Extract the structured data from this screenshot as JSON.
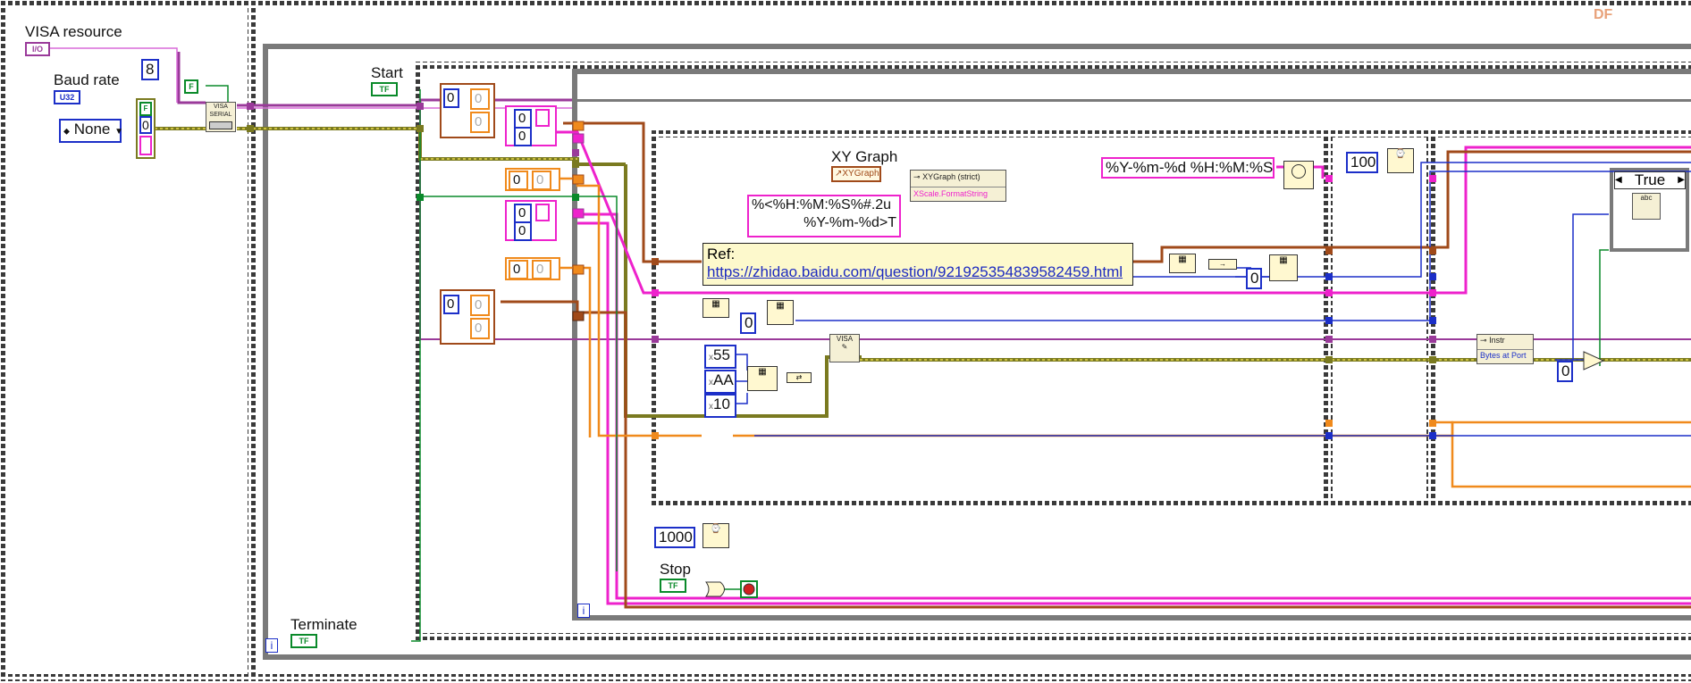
{
  "controls": {
    "visa_resource": {
      "label": "VISA resource",
      "terminal": "I/O"
    },
    "baud_rate": {
      "label": "Baud rate",
      "terminal": "U32"
    },
    "data_bits": "8",
    "parity": "None",
    "false_const": "F",
    "bool_array": {
      "flag": "F",
      "index": "0"
    },
    "start": {
      "label": "Start",
      "terminal": "TF"
    },
    "stop": {
      "label": "Stop",
      "terminal": "TF"
    },
    "terminate": {
      "label": "Terminate",
      "terminal": "TF"
    }
  },
  "watermark": "DF",
  "arrays": {
    "a1_index": "0",
    "a1_v1": "0",
    "a1_v2": "0",
    "a2_v1": "0",
    "a2_v2": "0",
    "a3_v1": "0",
    "a3_v2": "0",
    "a4_v1": "0",
    "a4_v2": "0",
    "a5_v1": "0",
    "a5_v2": "0",
    "a6_index": "0",
    "a6_v1": "0",
    "a6_v2": "0"
  },
  "graph": {
    "label": "XY Graph",
    "ref_name": "XYGraph",
    "property_node": "XYGraph (strict)",
    "property": "XScale.FormatString",
    "format_line1": "%<%H:%M:%S%#.2u",
    "format_line2": "%Y-%m-%d>T"
  },
  "timestamp_format": "%Y-%m-%d %H:%M:%S",
  "ref_note": {
    "title": "Ref:",
    "url": "https://zhidao.baidu.com/question/921925354839582459.html"
  },
  "waits": {
    "ms_100": "100",
    "ms_1000": "1000"
  },
  "hex_bytes": {
    "b1": "55",
    "b2": "AA",
    "b3": "10",
    "radix": "x"
  },
  "zero_a": "0",
  "zero_b": "0",
  "zero_c": "0",
  "serial_nodes": {
    "instr": "Instr",
    "bytes_at_port": "Bytes at Port",
    "visa_write": "VISA",
    "visa_open": "VISA SERIAL"
  },
  "case_selector": "True",
  "loop_index": "i"
}
